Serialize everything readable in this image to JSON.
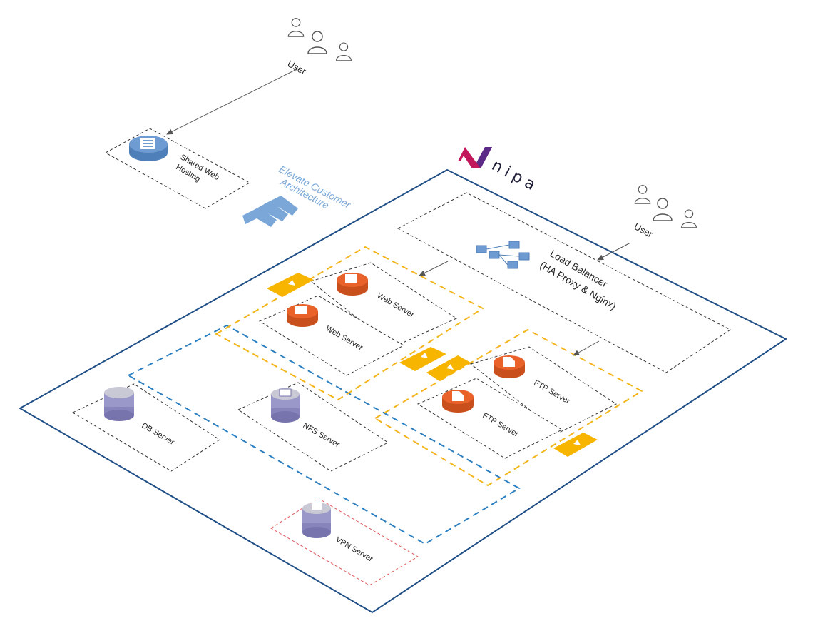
{
  "brand": {
    "text": "nipa",
    "accent_color": "#c2185b",
    "secondary_color": "#5b2a86"
  },
  "colors": {
    "frame": "#1f4e86",
    "yellow_group": "#f3b51b",
    "blue_group": "#2b7fc1",
    "red_box": "#e05a5a",
    "server_orange": "#e8622a",
    "db_purple": "#9a98c8",
    "shared_blue": "#6e9bd2"
  },
  "labels": {
    "user_top": "User",
    "user_right": "User",
    "shared_web_hosting_line1": "Shared Web",
    "shared_web_hosting_line2": "Hosting",
    "elevate_line1": "Elevate Customer",
    "elevate_line2": "Architecture",
    "load_balancer_line1": "Load Balancer",
    "load_balancer_line2": "(HA Proxy & Nginx)",
    "web_server_1": "Web Server",
    "web_server_2": "Web Server",
    "ftp_server_1": "FTP Server",
    "ftp_server_2": "FTP Server",
    "db_server": "DB Server",
    "nfs_server": "NFS Server",
    "vpn_server": "VPN Server"
  },
  "icons": {
    "users": "users-icon",
    "shared_hosting": "server-stack-icon",
    "load_balancer": "network-icon",
    "web_server": "web-server-icon",
    "ftp_server": "ftp-server-icon",
    "database": "database-icon",
    "nfs": "nfs-icon",
    "vpn": "lock-database-icon",
    "chevrons": "chevron-arrows-icon"
  }
}
